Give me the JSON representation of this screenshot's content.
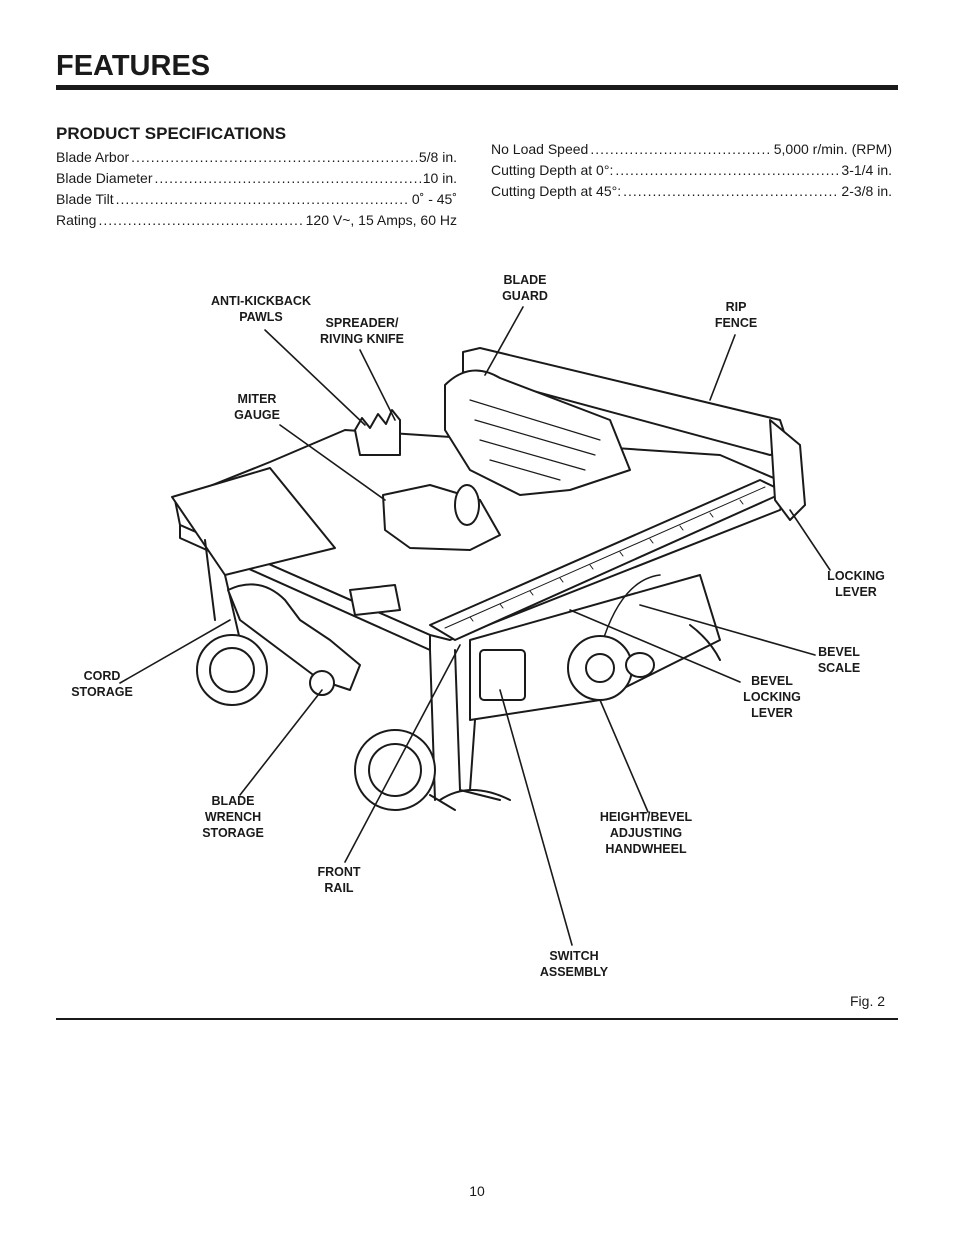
{
  "page": {
    "title": "FEATURES",
    "specs_heading": "PRODUCT SPECIFICATIONS",
    "fig_label": "Fig. 2",
    "page_number": "10"
  },
  "specs_left": [
    {
      "label": "Blade Arbor",
      "value": "5/8 in."
    },
    {
      "label": "Blade Diameter",
      "value": "10 in."
    },
    {
      "label": "Blade Tilt",
      "value": "0˚ - 45˚"
    },
    {
      "label": "Rating",
      "value": "120 V~, 15 Amps, 60 Hz"
    }
  ],
  "specs_right": [
    {
      "label": "No Load Speed",
      "value": "5,000 r/min. (RPM)"
    },
    {
      "label": "Cutting Depth at 0°:",
      "value": "3-1/4 in."
    },
    {
      "label": "Cutting Depth at 45°:",
      "value": "2-3/8 in."
    }
  ],
  "callouts": {
    "anti_kickback": "ANTI-KICKBACK\nPAWLS",
    "spreader": "SPREADER/\nRIVING KNIFE",
    "blade_guard": "BLADE\nGUARD",
    "rip_fence": "RIP\nFENCE",
    "miter_gauge": "MITER\nGAUGE",
    "locking_lever": "LOCKING\nLEVER",
    "bevel_scale": "BEVEL\nSCALE",
    "bevel_locking_lever": "BEVEL\nLOCKING\nLEVER",
    "cord_storage": "CORD\nSTORAGE",
    "blade_wrench": "BLADE\nWRENCH\nSTORAGE",
    "height_bevel": "HEIGHT/BEVEL\nADJUSTING\nHANDWHEEL",
    "front_rail": "FRONT\nRAIL",
    "switch_assembly": "SWITCH\nASSEMBLY"
  }
}
